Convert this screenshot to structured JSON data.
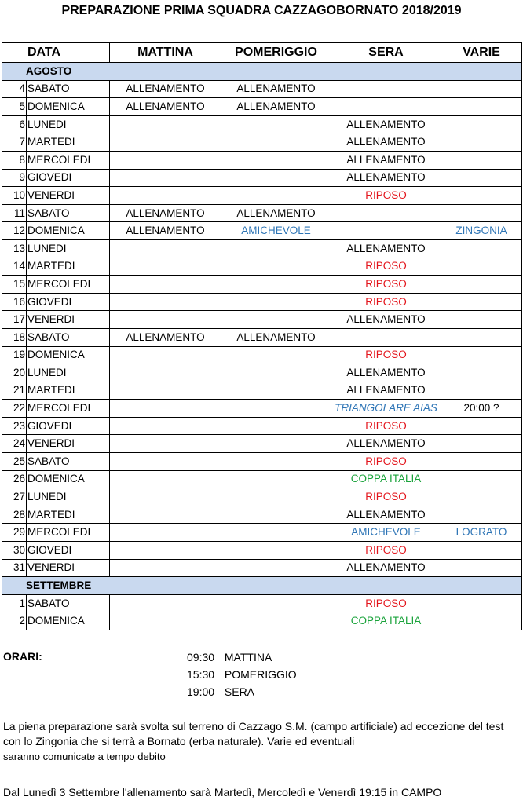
{
  "title": "PREPARAZIONE PRIMA SQUADRA CAZZAGOBORNATO 2018/2019",
  "headers": {
    "data": "DATA",
    "mattina": "MATTINA",
    "pomeriggio": "POMERIGGIO",
    "sera": "SERA",
    "varie": "VARIE"
  },
  "months": {
    "agosto": "AGOSTO",
    "settembre": "SETTEMBRE"
  },
  "rows_agosto": [
    {
      "num": "4",
      "day": "SABATO",
      "mattina": "ALLENAMENTO",
      "pomeriggio": "ALLENAMENTO",
      "sera": "",
      "varie": ""
    },
    {
      "num": "5",
      "day": "DOMENICA",
      "mattina": "ALLENAMENTO",
      "pomeriggio": "ALLENAMENTO",
      "sera": "",
      "varie": ""
    },
    {
      "num": "6",
      "day": "LUNEDI",
      "mattina": "",
      "pomeriggio": "",
      "sera": "ALLENAMENTO",
      "varie": ""
    },
    {
      "num": "7",
      "day": "MARTEDI",
      "mattina": "",
      "pomeriggio": "",
      "sera": "ALLENAMENTO",
      "varie": ""
    },
    {
      "num": "8",
      "day": "MERCOLEDI",
      "mattina": "",
      "pomeriggio": "",
      "sera": "ALLENAMENTO",
      "varie": ""
    },
    {
      "num": "9",
      "day": "GIOVEDI",
      "mattina": "",
      "pomeriggio": "",
      "sera": "ALLENAMENTO",
      "varie": ""
    },
    {
      "num": "10",
      "day": "VENERDI",
      "mattina": "",
      "pomeriggio": "",
      "sera": "RIPOSO",
      "varie": ""
    },
    {
      "num": "11",
      "day": "SABATO",
      "mattina": "ALLENAMENTO",
      "pomeriggio": "ALLENAMENTO",
      "sera": "",
      "varie": ""
    },
    {
      "num": "12",
      "day": "DOMENICA",
      "mattina": "ALLENAMENTO",
      "pomeriggio": "AMICHEVOLE",
      "sera": "",
      "varie": "ZINGONIA"
    },
    {
      "num": "13",
      "day": "LUNEDI",
      "mattina": "",
      "pomeriggio": "",
      "sera": "ALLENAMENTO",
      "varie": ""
    },
    {
      "num": "14",
      "day": "MARTEDI",
      "mattina": "",
      "pomeriggio": "",
      "sera": "RIPOSO",
      "varie": ""
    },
    {
      "num": "15",
      "day": "MERCOLEDI",
      "mattina": "",
      "pomeriggio": "",
      "sera": "RIPOSO",
      "varie": ""
    },
    {
      "num": "16",
      "day": "GIOVEDI",
      "mattina": "",
      "pomeriggio": "",
      "sera": "RIPOSO",
      "varie": ""
    },
    {
      "num": "17",
      "day": "VENERDI",
      "mattina": "",
      "pomeriggio": "",
      "sera": "ALLENAMENTO",
      "varie": ""
    },
    {
      "num": "18",
      "day": "SABATO",
      "mattina": "ALLENAMENTO",
      "pomeriggio": "ALLENAMENTO",
      "sera": "",
      "varie": ""
    },
    {
      "num": "19",
      "day": "DOMENICA",
      "mattina": "",
      "pomeriggio": "",
      "sera": "RIPOSO",
      "varie": ""
    },
    {
      "num": "20",
      "day": "LUNEDI",
      "mattina": "",
      "pomeriggio": "",
      "sera": "ALLENAMENTO",
      "varie": ""
    },
    {
      "num": "21",
      "day": "MARTEDI",
      "mattina": "",
      "pomeriggio": "",
      "sera": "ALLENAMENTO",
      "varie": ""
    },
    {
      "num": "22",
      "day": "MERCOLEDI",
      "mattina": "",
      "pomeriggio": "",
      "sera": "TRIANGOLARE AIAS",
      "varie": "20:00 ?"
    },
    {
      "num": "23",
      "day": "GIOVEDI",
      "mattina": "",
      "pomeriggio": "",
      "sera": "RIPOSO",
      "varie": ""
    },
    {
      "num": "24",
      "day": "VENERDI",
      "mattina": "",
      "pomeriggio": "",
      "sera": "ALLENAMENTO",
      "varie": ""
    },
    {
      "num": "25",
      "day": "SABATO",
      "mattina": "",
      "pomeriggio": "",
      "sera": "RIPOSO",
      "varie": ""
    },
    {
      "num": "26",
      "day": "DOMENICA",
      "mattina": "",
      "pomeriggio": "",
      "sera": "COPPA ITALIA",
      "varie": ""
    },
    {
      "num": "27",
      "day": "LUNEDI",
      "mattina": "",
      "pomeriggio": "",
      "sera": "RIPOSO",
      "varie": ""
    },
    {
      "num": "28",
      "day": "MARTEDI",
      "mattina": "",
      "pomeriggio": "",
      "sera": "ALLENAMENTO",
      "varie": ""
    },
    {
      "num": "29",
      "day": "MERCOLEDI",
      "mattina": "",
      "pomeriggio": "",
      "sera": "AMICHEVOLE",
      "varie": "LOGRATO"
    },
    {
      "num": "30",
      "day": "GIOVEDI",
      "mattina": "",
      "pomeriggio": "",
      "sera": "RIPOSO",
      "varie": ""
    },
    {
      "num": "31",
      "day": "VENERDI",
      "mattina": "",
      "pomeriggio": "",
      "sera": "ALLENAMENTO",
      "varie": ""
    }
  ],
  "rows_settembre": [
    {
      "num": "1",
      "day": "SABATO",
      "mattina": "",
      "pomeriggio": "",
      "sera": "RIPOSO",
      "varie": ""
    },
    {
      "num": "2",
      "day": "DOMENICA",
      "mattina": "",
      "pomeriggio": "",
      "sera": "COPPA ITALIA",
      "varie": ""
    }
  ],
  "status_colors": {
    "ALLENAMENTO": "#000000",
    "RIPOSO": "#e3141b",
    "AMICHEVOLE": "#2e75b6",
    "TRIANGOLARE AIAS": "#2e75b6",
    "COPPA ITALIA": "#1aa33b",
    "ZINGONIA": "#2e75b6",
    "LOGRATO": "#2e75b6",
    "month_band": "#c9d9ef"
  },
  "orari": {
    "label": "ORARI:",
    "items": [
      {
        "time": "09:30",
        "label": "MATTINA"
      },
      {
        "time": "15:30",
        "label": "POMERIGGIO"
      },
      {
        "time": "19:00",
        "label": "SERA"
      }
    ]
  },
  "notes": {
    "note1a": "La piena preparazione sarà svolta sul terreno di Cazzago S.M. (campo artificiale) ad eccezione del test con lo Zingonia  che si terrà a Bornato (erba naturale). Varie ed eventuali",
    "note1b": "saranno comunicate a tempo debito",
    "note2": "Dal Lunedì 3 Settembre l'allenamento sarà Martedì, Mercoledì e Venerdì 19:15 in CAMPO"
  }
}
